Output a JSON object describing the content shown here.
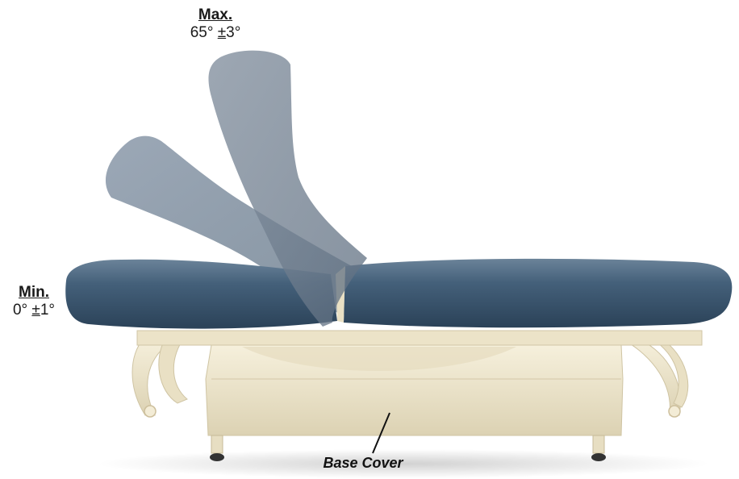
{
  "labels": {
    "max": {
      "title": "Max.",
      "value_prefix": "65° ",
      "value_pm": "±",
      "value_suffix": "3°"
    },
    "min": {
      "title": "Min.",
      "value_prefix": "0° ",
      "value_pm": "±",
      "value_suffix": "1°"
    },
    "base_cover": "Base Cover"
  },
  "colors": {
    "upholstery": "#3f5a72",
    "upholstery_shadow": "#2c4257",
    "upholstery_highlight": "#6c8499",
    "ghost_backrest": "#7f8fa0",
    "frame": "#efe7cf",
    "frame_shadow": "#d9cfb0",
    "feet": "#3a3a3a"
  },
  "icons": {
    "pointer": "leader-line"
  }
}
